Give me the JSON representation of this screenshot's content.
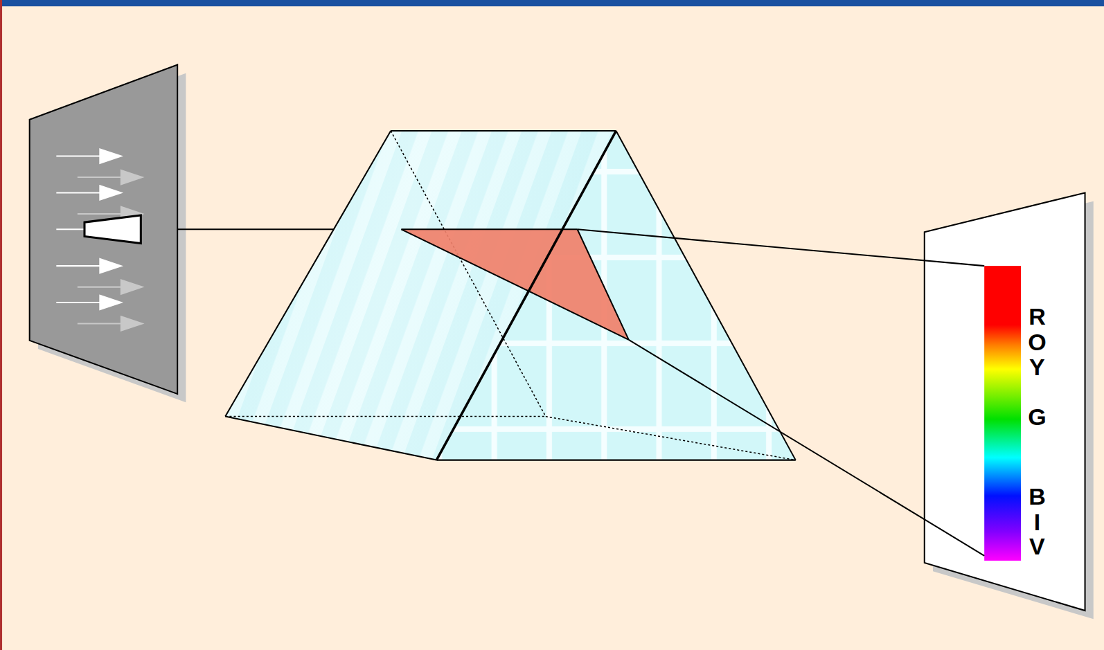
{
  "diagram": {
    "labels": [
      "R",
      "O",
      "Y",
      "G",
      "B",
      "I",
      "V"
    ]
  }
}
